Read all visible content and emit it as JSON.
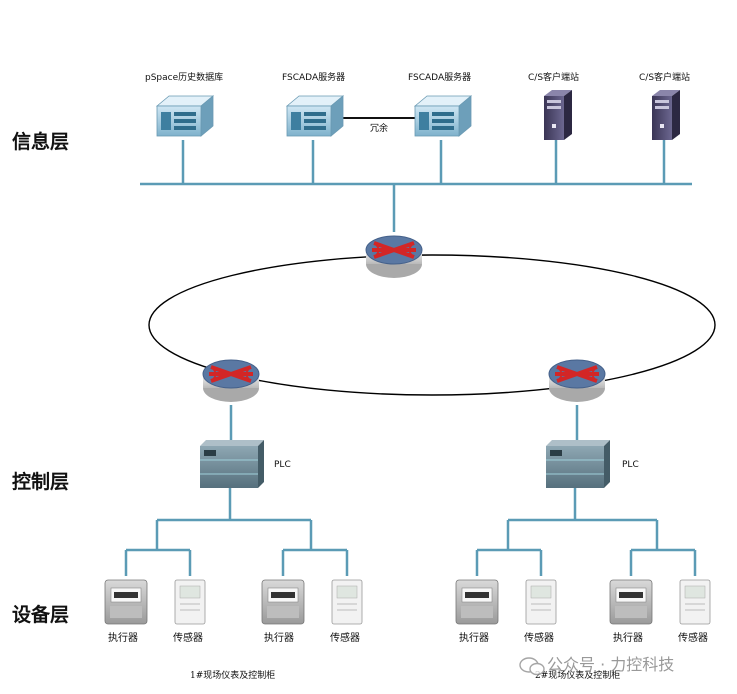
{
  "layers": {
    "info": "信息层",
    "control": "控制层",
    "device": "设备层"
  },
  "servers": {
    "historian": "pSpace历史数据库",
    "fscada1": "FSCADA服务器",
    "fscada2": "FSCADA服务器",
    "client1": "C/S客户端站",
    "client2": "C/S客户端站",
    "redundant": "冗余"
  },
  "plc": {
    "left": "PLC",
    "right": "PLC"
  },
  "devices": {
    "left": [
      "执行器",
      "传感器",
      "执行器",
      "传感器"
    ],
    "right": [
      "执行器",
      "传感器",
      "执行器",
      "传感器"
    ]
  },
  "cabinets": {
    "left": "1#现场仪表及控制柜",
    "right": "2#现场仪表及控制柜"
  },
  "watermark": "公众号 · 力控科技",
  "colors": {
    "bus": "#5b9bb5",
    "ring": "#000000",
    "arrow": "#d32626"
  }
}
